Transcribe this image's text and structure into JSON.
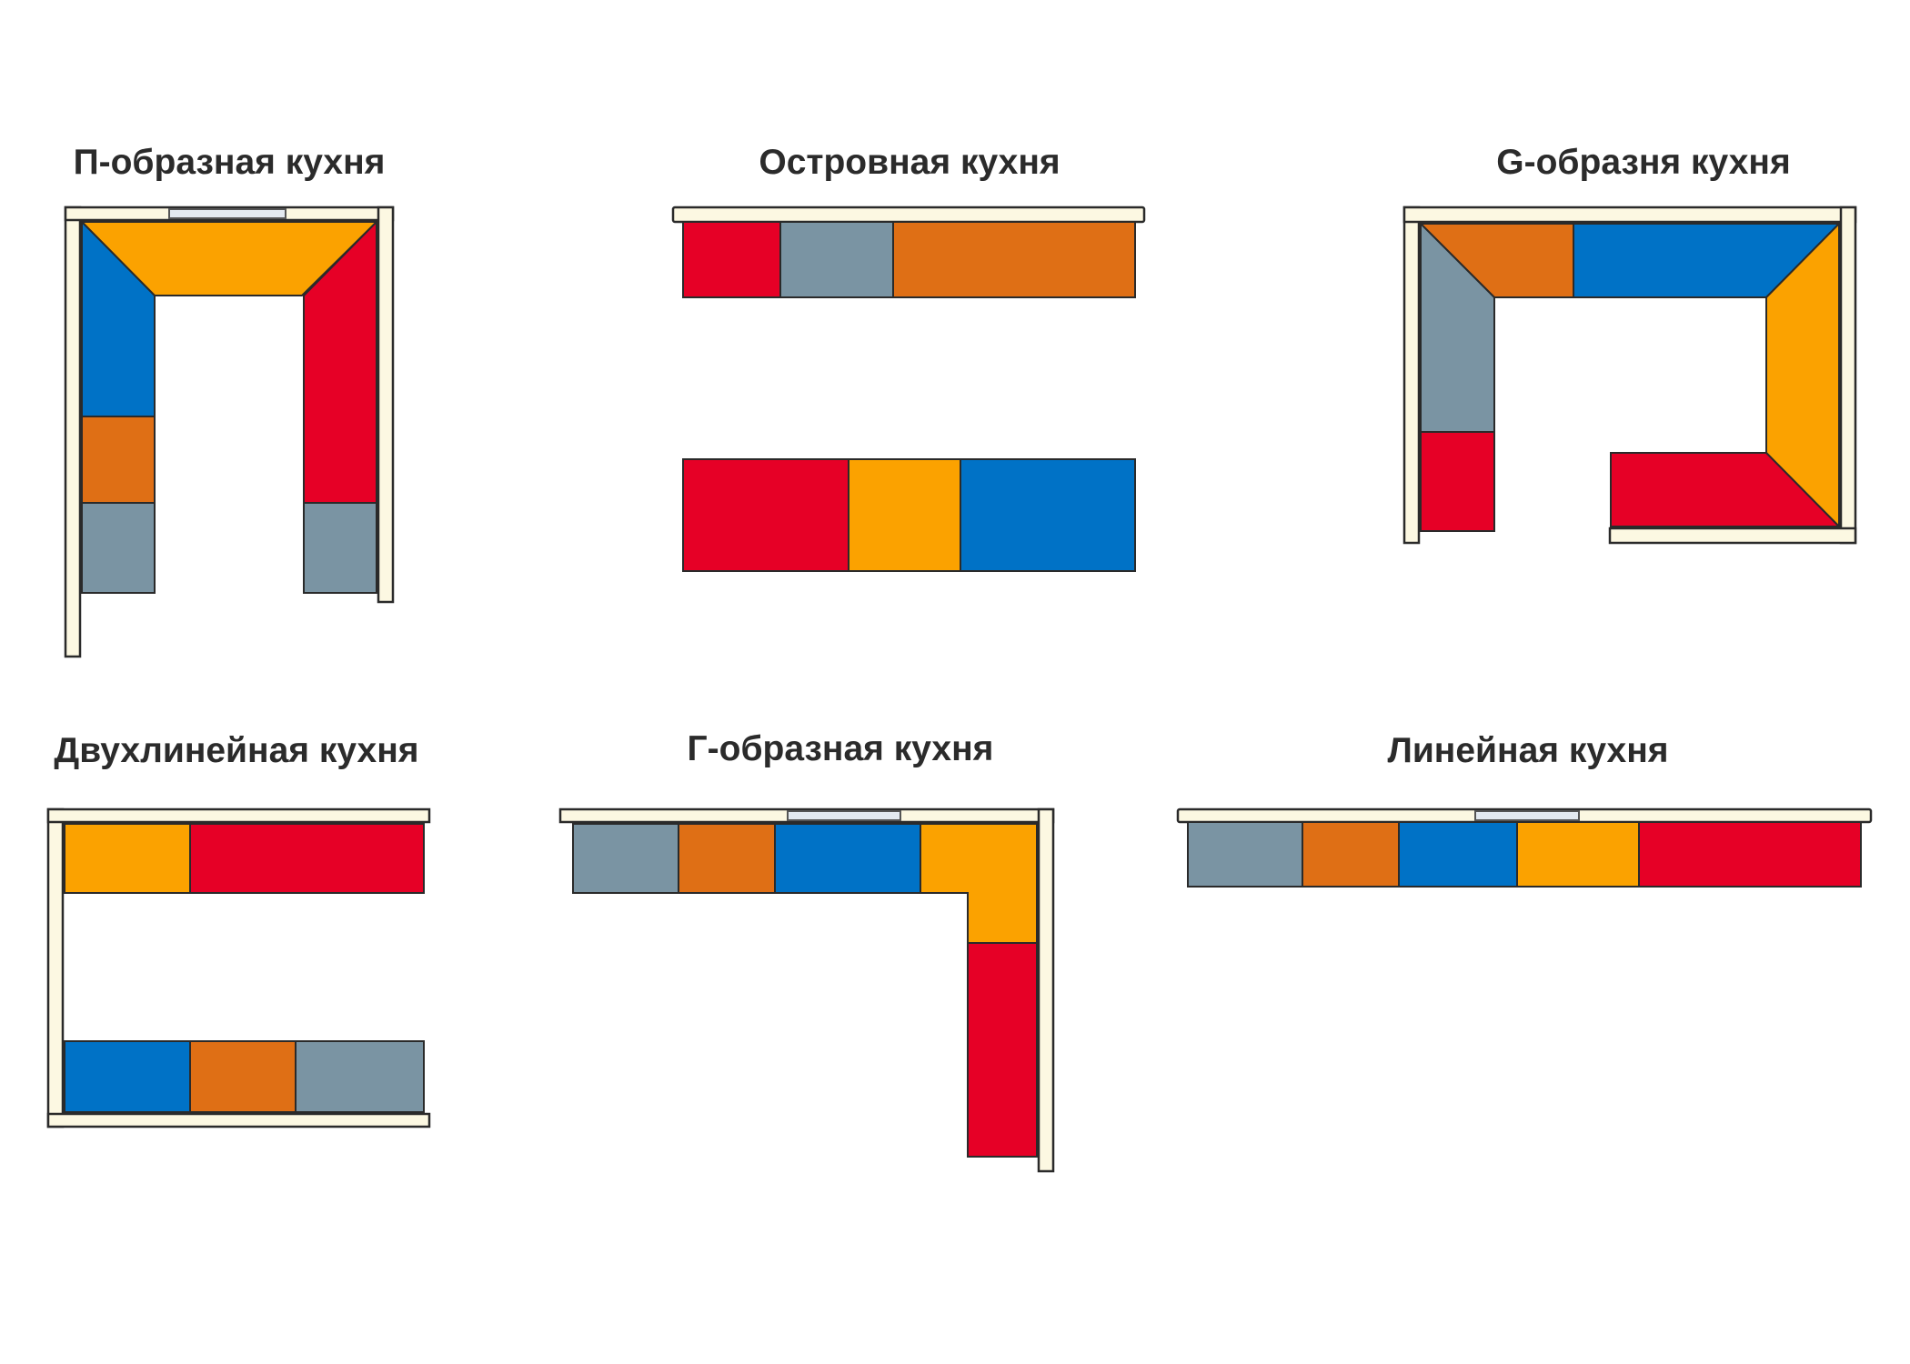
{
  "palette": {
    "red": "#e60026",
    "orange": "#df6f15",
    "yellow": "#fba200",
    "blue": "#0072c6",
    "gray": "#7a94a3",
    "wall": "#fcf8e2",
    "window": "#e3e9f0"
  },
  "layouts": [
    {
      "id": "u-shaped",
      "title": "П-образная кухня"
    },
    {
      "id": "island",
      "title": "Островная кухня"
    },
    {
      "id": "g-shaped",
      "title": "G-образня кухня"
    },
    {
      "id": "galley",
      "title": "Двухлинейная кухня"
    },
    {
      "id": "l-shaped",
      "title": "Г-образная кухня"
    },
    {
      "id": "linear",
      "title": "Линейная кухня"
    }
  ]
}
